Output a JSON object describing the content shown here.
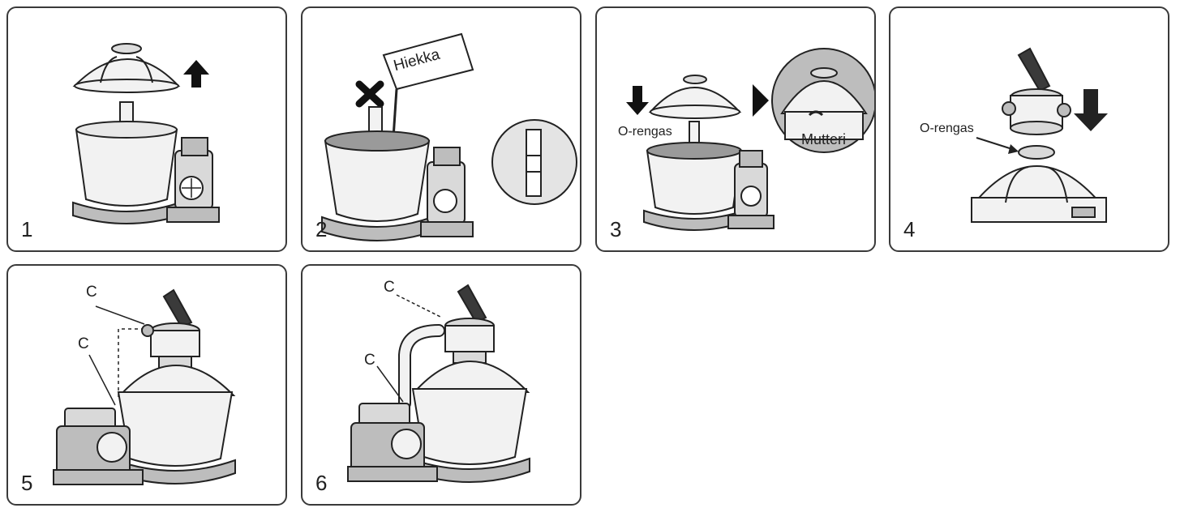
{
  "steps": [
    {
      "number": "1"
    },
    {
      "number": "2",
      "labels": {
        "sand_bag": "Hiekka"
      }
    },
    {
      "number": "3",
      "labels": {
        "o_ring": "O-rengas",
        "nut": "Mutteri"
      }
    },
    {
      "number": "4",
      "labels": {
        "o_ring": "O-rengas"
      }
    },
    {
      "number": "5",
      "labels": {
        "c_top": "C",
        "c_bottom": "C"
      }
    },
    {
      "number": "6",
      "labels": {
        "c_top": "C",
        "c_bottom": "C"
      }
    }
  ],
  "colors": {
    "line": "#222222",
    "fill_light": "#f2f2f2",
    "fill_mid": "#bdbdbd",
    "fill_dark": "#3a3a3a",
    "sand": "#9a9a9a"
  }
}
